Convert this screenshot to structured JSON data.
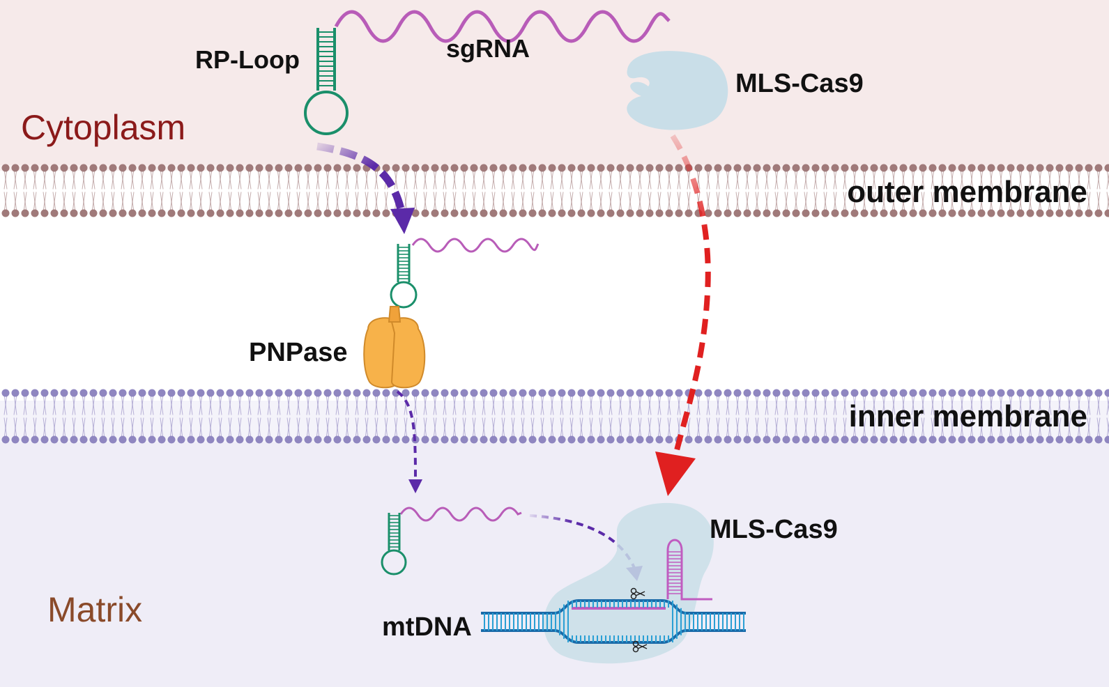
{
  "regions": {
    "cytoplasm": "Cytoplasm",
    "matrix": "Matrix",
    "outer_membrane": "outer membrane",
    "inner_membrane": "inner membrane"
  },
  "labels": {
    "rp_loop": "RP-Loop",
    "sgrna": "sgRNA",
    "mls_cas9_top": "MLS-Cas9",
    "pnpase": "PNPase",
    "mls_cas9_bottom": "MLS-Cas9",
    "mtdna": "mtDNA"
  },
  "colors": {
    "cytoplasm_bg": "#f6eaea",
    "matrix_bg": "#efedf7",
    "outer_membrane": "#a07a7a",
    "inner_membrane": "#8f86c0",
    "cytoplasm_text": "#8b1a1a",
    "matrix_text": "#8a4a2a",
    "stem_loop": "#1a8f6a",
    "sgrna": "#b85cb8",
    "cas9": "#c9dee8",
    "pnpase": "#f7b24a",
    "arrow_purple": "#5b2aa8",
    "arrow_red": "#e02020",
    "dna": "#2a9fd4"
  }
}
